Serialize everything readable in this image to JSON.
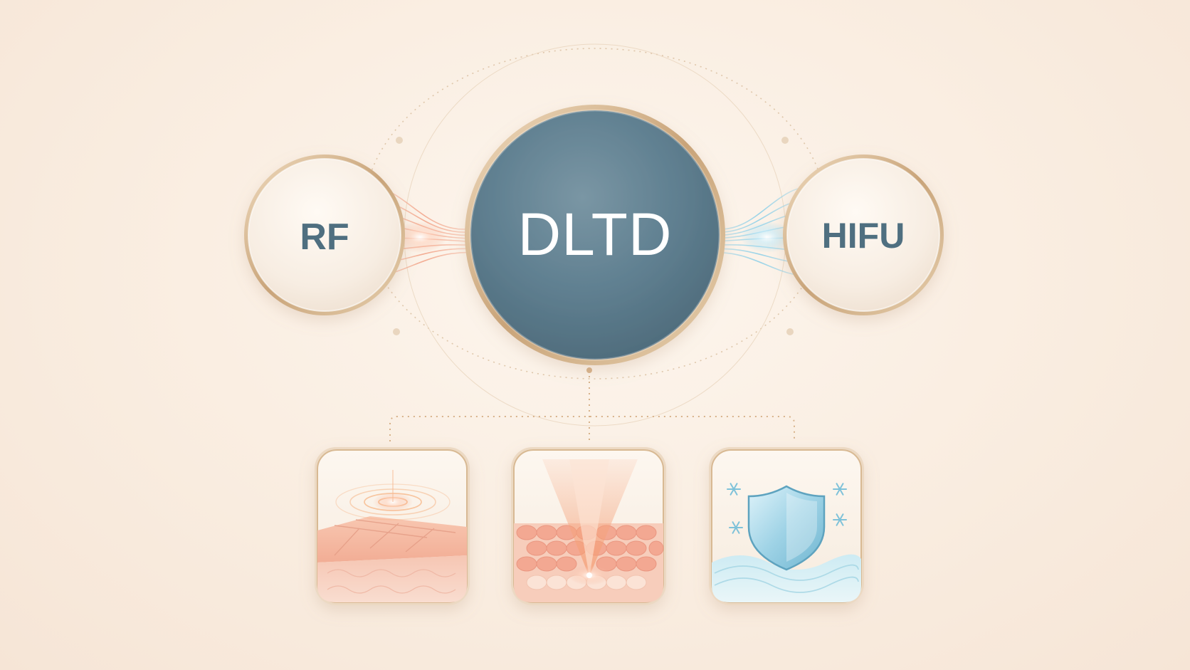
{
  "nodes": {
    "left": {
      "label": "RF"
    },
    "center": {
      "label": "DLTD"
    },
    "right": {
      "label": "HIFU"
    }
  },
  "cards": [
    {
      "icon": "skin-layers-ripple-icon"
    },
    {
      "icon": "focused-beam-skin-icon"
    },
    {
      "icon": "shield-cooling-icon"
    }
  ],
  "colors": {
    "background": "#f9ecdf",
    "center_fill": "#5f7f90",
    "side_fill": "#f8efe4",
    "gold_ring": "#d4b48a",
    "label_dark": "#4f6f80",
    "warm_wave": "#f2a58a",
    "cool_wave": "#8fd0e8"
  }
}
